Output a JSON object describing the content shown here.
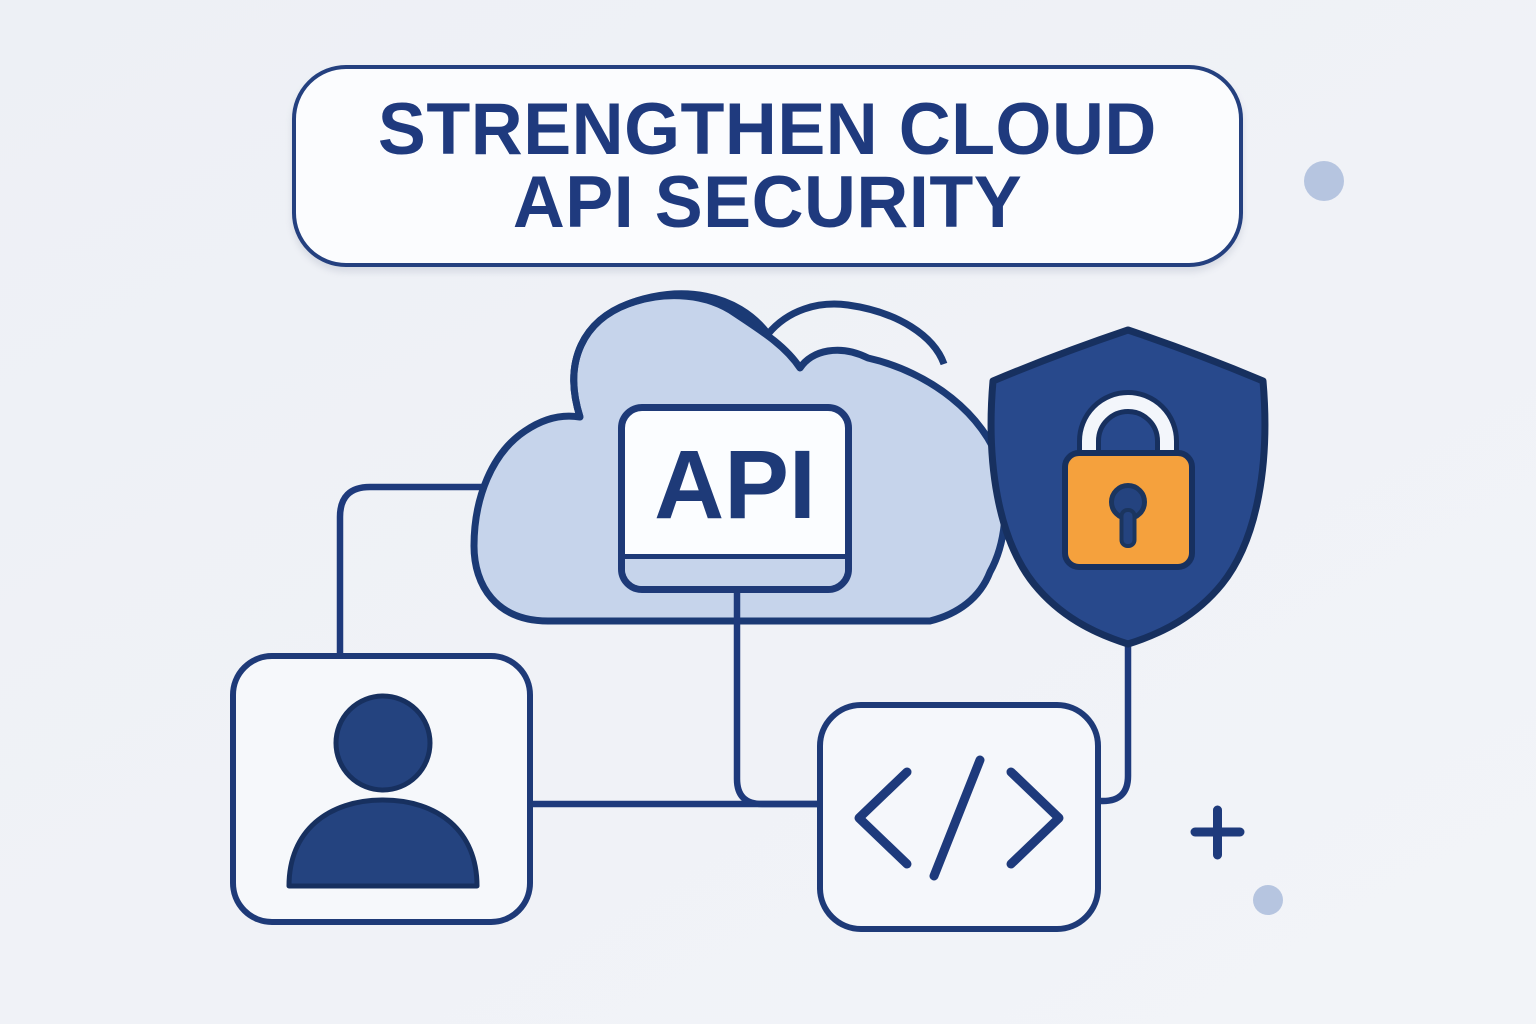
{
  "banner": {
    "title_line1": "STRENGTHEN CLOUD",
    "title_line2": "API SECURITY"
  },
  "cloud_window": {
    "label": "API"
  },
  "icons": {
    "cloud": "cloud-icon",
    "api_window": "browser-window-icon",
    "shield": "shield-icon",
    "padlock": "padlock-icon",
    "user": "user-icon",
    "code": "code-icon",
    "plus": "plus-icon",
    "dot": "decorative-dot"
  },
  "colors": {
    "background": "#eff1f6",
    "navy": "#1e3a7c",
    "navy_dark": "#17305f",
    "cloud_fill": "#c6d4eb",
    "shield_fill": "#28498c",
    "lock_orange": "#f5a13d",
    "card_fill": "#fbfcfe",
    "dot_fill": "#b6c5e0"
  }
}
